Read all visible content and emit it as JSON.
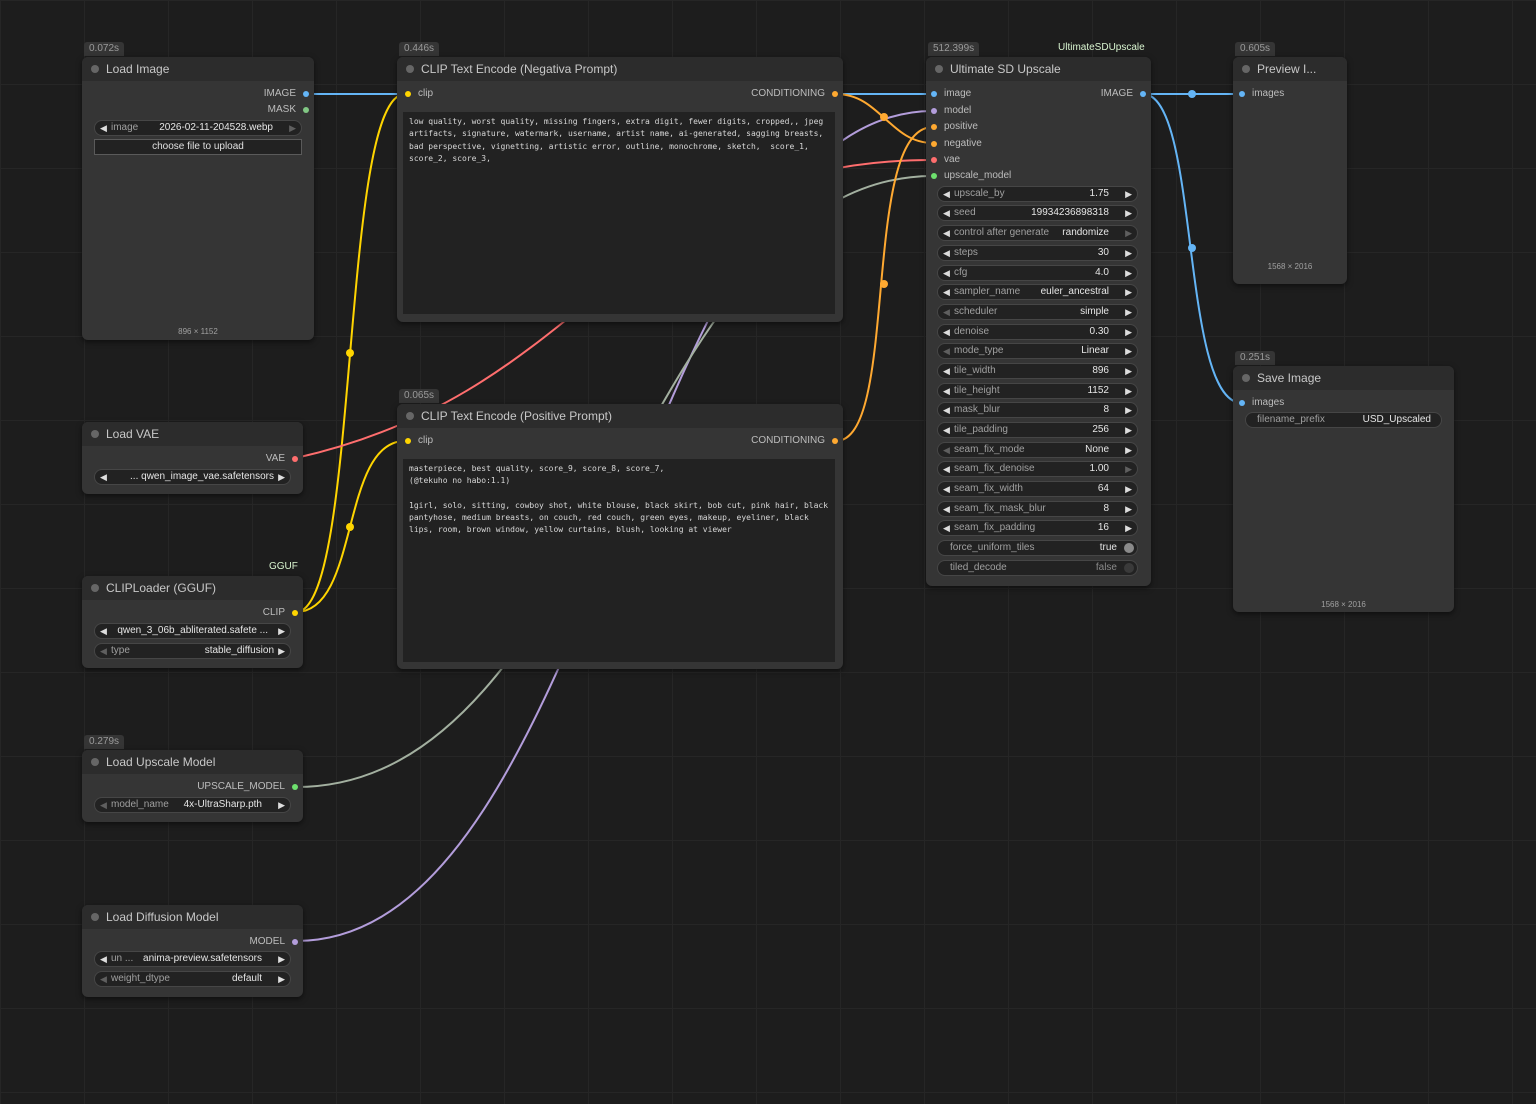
{
  "colors": {
    "image": "#64b5f6",
    "mask": "#81c784",
    "clip": "#ffd500",
    "conditioning": "#ffa931",
    "vae": "#ff6e6e",
    "model": "#b39ddb",
    "upscale_model": "#a3b0a0",
    "upscale_model_dot": "#6ee06e",
    "node_bg": "#353535",
    "canvas_bg": "#1d1d1d"
  },
  "nodes": {
    "load_image": {
      "time": "0.072s",
      "title": "Load Image",
      "out_image": "IMAGE",
      "out_mask": "MASK",
      "image_label": "image",
      "image_value": "2026-02-11-204528.webp",
      "upload_label": "choose file to upload",
      "dims": "896 × 1152"
    },
    "load_vae": {
      "title": "Load VAE",
      "out_vae": "VAE",
      "vae_value": "... qwen_image_vae.safetensors"
    },
    "clip_loader": {
      "tag": "GGUF",
      "title": "CLIPLoader (GGUF)",
      "out_clip": "CLIP",
      "clip_value": "qwen_3_06b_abliterated.safete ...",
      "type_label": "type",
      "type_value": "stable_diffusion"
    },
    "load_upscale": {
      "time": "0.279s",
      "title": "Load Upscale Model",
      "out_upscale": "UPSCALE_MODEL",
      "model_label": "model_name",
      "model_value": "4x-UltraSharp.pth"
    },
    "load_diffusion": {
      "title": "Load Diffusion Model",
      "out_model": "MODEL",
      "un_label": "un ...",
      "un_value": "anima-preview.safetensors",
      "dtype_label": "weight_dtype",
      "dtype_value": "default"
    },
    "clip_neg": {
      "time": "0.446s",
      "title": "CLIP Text Encode (Negativa Prompt)",
      "in_clip": "clip",
      "out_cond": "CONDITIONING",
      "text": "low quality, worst quality, missing fingers, extra digit, fewer digits, cropped,, jpeg artifacts, signature, watermark, username, artist name, ai-generated, sagging breasts, bad perspective, vignetting, artistic error, outline, monochrome, sketch,  score_1, score_2, score_3,"
    },
    "clip_pos": {
      "time": "0.065s",
      "title": "CLIP Text Encode (Positive Prompt)",
      "in_clip": "clip",
      "out_cond": "CONDITIONING",
      "text": "masterpiece, best quality, score_9, score_8, score_7,\n(@tekuho no habo:1.1)\n\n1girl, solo, sitting, cowboy shot, white blouse, black skirt, bob cut, pink hair, black pantyhose, medium breasts, on couch, red couch, green eyes, makeup, eyeliner, black lips, room, brown window, yellow curtains, blush, looking at viewer"
    },
    "upscale": {
      "time": "512.399s",
      "tag": "UltimateSDUpscale",
      "title": "Ultimate SD Upscale",
      "out_image": "IMAGE",
      "inputs": [
        "image",
        "model",
        "positive",
        "negative",
        "vae",
        "upscale_model"
      ],
      "widgets": [
        {
          "name": "upscale_by",
          "value": "1.75"
        },
        {
          "name": "seed",
          "value": "19934236898318"
        },
        {
          "name": "control after generate",
          "value": "randomize"
        },
        {
          "name": "steps",
          "value": "30"
        },
        {
          "name": "cfg",
          "value": "4.0"
        },
        {
          "name": "sampler_name",
          "value": "euler_ancestral"
        },
        {
          "name": "scheduler",
          "value": "simple"
        },
        {
          "name": "denoise",
          "value": "0.30"
        },
        {
          "name": "mode_type",
          "value": "Linear"
        },
        {
          "name": "tile_width",
          "value": "896"
        },
        {
          "name": "tile_height",
          "value": "1152"
        },
        {
          "name": "mask_blur",
          "value": "8"
        },
        {
          "name": "tile_padding",
          "value": "256"
        },
        {
          "name": "seam_fix_mode",
          "value": "None"
        },
        {
          "name": "seam_fix_denoise",
          "value": "1.00"
        },
        {
          "name": "seam_fix_width",
          "value": "64"
        },
        {
          "name": "seam_fix_mask_blur",
          "value": "8"
        },
        {
          "name": "seam_fix_padding",
          "value": "16"
        }
      ],
      "toggles": [
        {
          "name": "force_uniform_tiles",
          "value": "true"
        },
        {
          "name": "tiled_decode",
          "value": "false"
        }
      ]
    },
    "preview": {
      "time": "0.605s",
      "title": "Preview I...",
      "in_images": "images",
      "dims": "1568 × 2016"
    },
    "save": {
      "time": "0.251s",
      "title": "Save Image",
      "in_images": "images",
      "prefix_label": "filename_prefix",
      "prefix_value": "USD_Upscaled",
      "dims": "1568 × 2016"
    }
  }
}
